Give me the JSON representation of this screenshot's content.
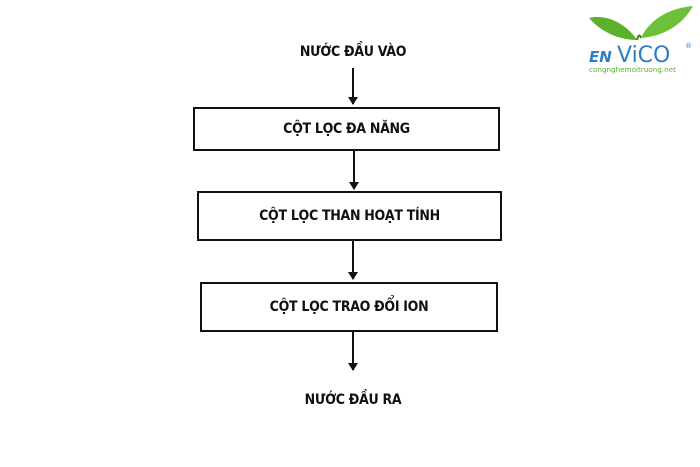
{
  "diagram": {
    "input_label": "NƯỚC ĐẦU VÀO",
    "steps": [
      "CỘT LỌC ĐA NĂNG",
      "CỘT LỌC THAN HOẠT TÍNH",
      "CỘT LỌC TRAO ĐỔI ION"
    ],
    "output_label": "NƯỚC ĐẦU RA"
  },
  "logo": {
    "brand_prefix": "EN",
    "brand_suffix": "ViCO",
    "registered": "®",
    "website": "congnghemoitruong.net",
    "colors": {
      "leaf": "#5bb02c",
      "text": "#2a7fc4"
    }
  }
}
